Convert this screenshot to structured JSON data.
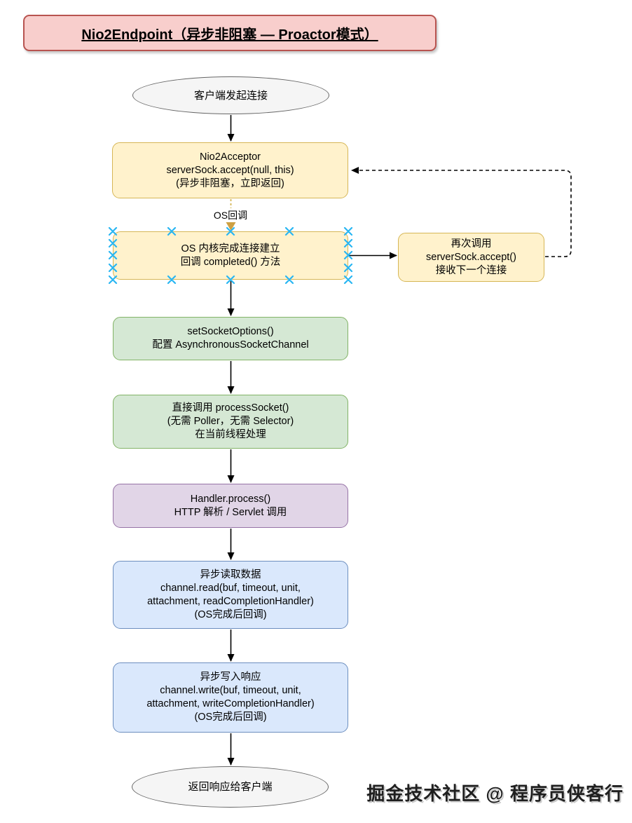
{
  "title": "Nio2Endpoint（异步非阻塞 — Proactor模式）",
  "nodes": {
    "start": {
      "lines": [
        "客户端发起连接"
      ]
    },
    "acceptor": {
      "lines": [
        "Nio2Acceptor",
        "serverSock.accept(null, this)",
        "(异步非阻塞，立即返回)"
      ]
    },
    "os_kernel": {
      "lines": [
        "OS 内核完成连接建立",
        "回调 completed() 方法"
      ]
    },
    "accept_again": {
      "lines": [
        "再次调用",
        "serverSock.accept()",
        "接收下一个连接"
      ]
    },
    "set_options": {
      "lines": [
        "setSocketOptions()",
        "配置 AsynchronousSocketChannel"
      ]
    },
    "process_socket": {
      "lines": [
        "直接调用 processSocket()",
        "(无需 Poller，无需 Selector)",
        "在当前线程处理"
      ]
    },
    "handler": {
      "lines": [
        "Handler.process()",
        "HTTP 解析 / Servlet 调用"
      ]
    },
    "async_read": {
      "lines": [
        "异步读取数据",
        "channel.read(buf, timeout, unit,",
        "attachment, readCompletionHandler)",
        "(OS完成后回调)"
      ]
    },
    "async_write": {
      "lines": [
        "异步写入响应",
        "channel.write(buf, timeout, unit,",
        "attachment, writeCompletionHandler)",
        "(OS完成后回调)"
      ]
    },
    "end": {
      "lines": [
        "返回响应给客户端"
      ]
    }
  },
  "edge_labels": {
    "os_callback": "OS回调"
  },
  "watermark": "掘金技术社区 @ 程序员侠客行",
  "colors": {
    "pink_fill": "#f8cecc",
    "pink_stroke": "#b85450",
    "yellow_fill": "#fff2cc",
    "yellow_stroke": "#d6b656",
    "green_fill": "#d5e8d4",
    "green_stroke": "#82b366",
    "purple_fill": "#e1d5e7",
    "purple_stroke": "#9673a6",
    "blue_fill": "#dae8fc",
    "blue_stroke": "#6c8ebf",
    "ellipse_fill": "#f5f5f5",
    "ellipse_stroke": "#666666",
    "connection_handle": "#29b6f2",
    "callback_arrow": "#d79b00"
  }
}
